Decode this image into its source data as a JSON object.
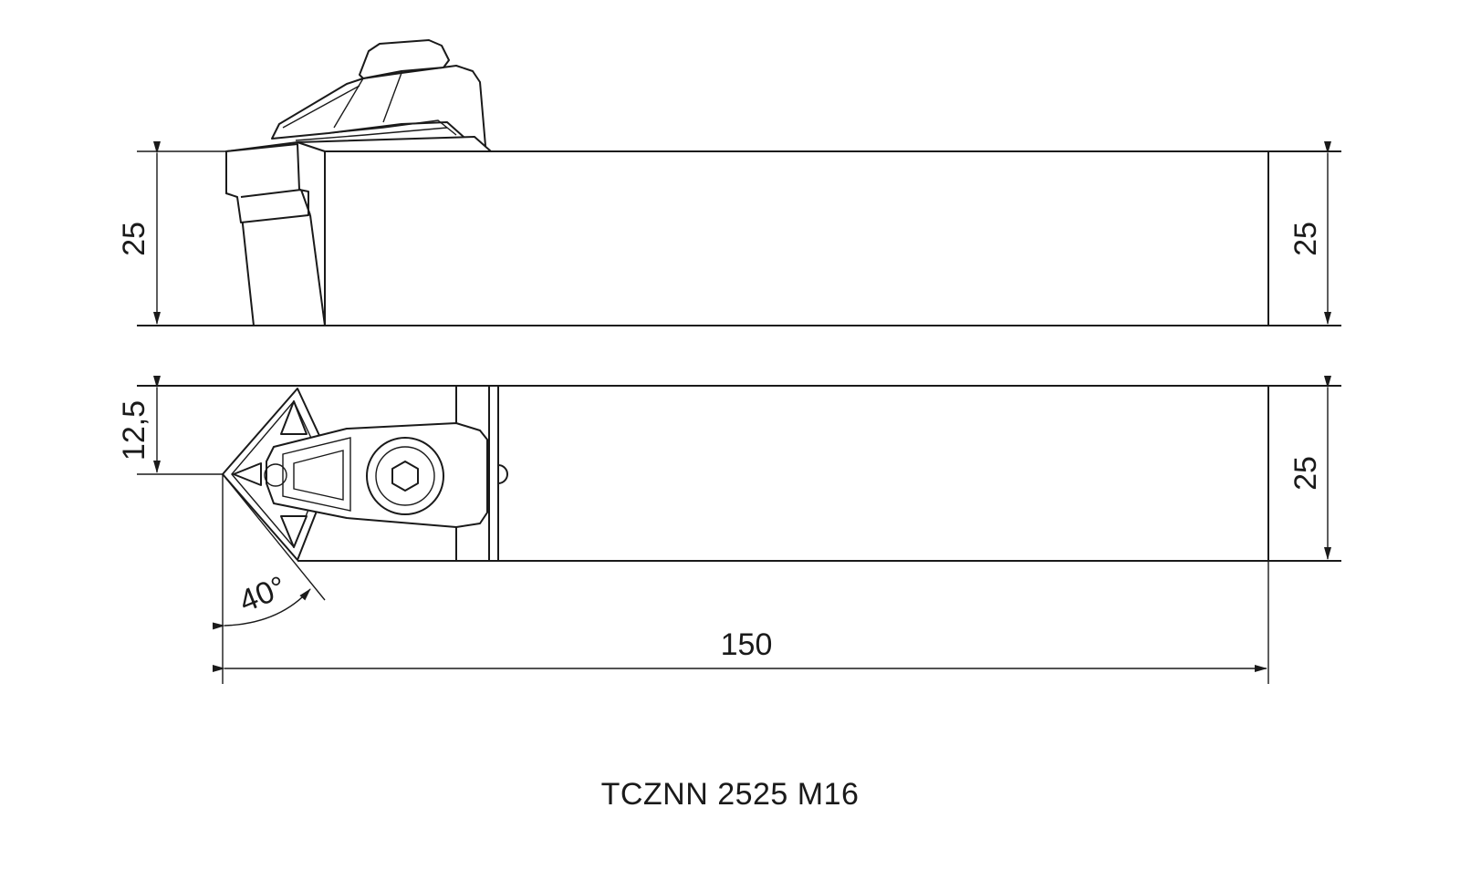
{
  "diagram": {
    "caption": "TCZNN 2525 M16",
    "dimensions": {
      "side_height_left": "25",
      "side_height_right": "25",
      "top_offset": "12,5",
      "top_width": "25",
      "approach_angle": "40°",
      "overall_length": "150"
    }
  }
}
